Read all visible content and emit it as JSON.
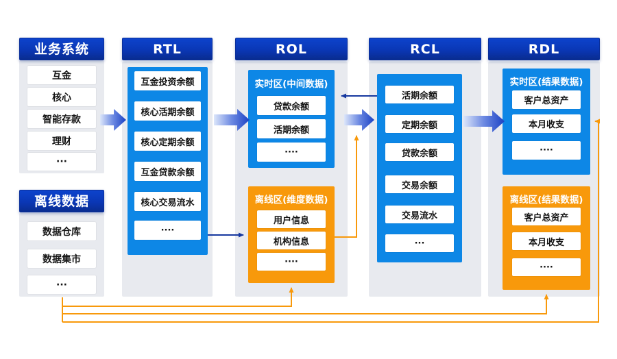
{
  "colors": {
    "header-blue": "#0a37b5",
    "azure": "#0d87e6",
    "orange": "#f8990b",
    "line-blue": "#16389f",
    "panel": "#e8eaef"
  },
  "business_system": {
    "title": "业务系统",
    "items": [
      "互金",
      "核心",
      "智能存款",
      "理财",
      "···"
    ]
  },
  "offline_data": {
    "title": "离线数据",
    "items": [
      "数据仓库",
      "数据集市",
      "···"
    ]
  },
  "rtl": {
    "title": "RTL",
    "items": [
      "互金投资余额",
      "核心活期余额",
      "核心定期余额",
      "互金贷款余额",
      "核心交易流水",
      "····"
    ]
  },
  "rol": {
    "title": "ROL",
    "realtime": {
      "title": "实时区(中间数据)",
      "items": [
        "贷款余额",
        "活期余额",
        "····"
      ]
    },
    "offline": {
      "title": "离线区(维度数据)",
      "items": [
        "用户信息",
        "机构信息",
        "····"
      ]
    }
  },
  "rcl": {
    "title": "RCL",
    "items": [
      "活期余额",
      "定期余额",
      "贷款余额",
      "交易余额",
      "交易流水",
      "···"
    ]
  },
  "rdl": {
    "title": "RDL",
    "realtime": {
      "title": "实时区(结果数据)",
      "items": [
        "客户总资产",
        "本月收支",
        "····"
      ]
    },
    "offline": {
      "title": "离线区(结果数据)",
      "items": [
        "客户总资产",
        "本月收支",
        "····"
      ]
    }
  }
}
